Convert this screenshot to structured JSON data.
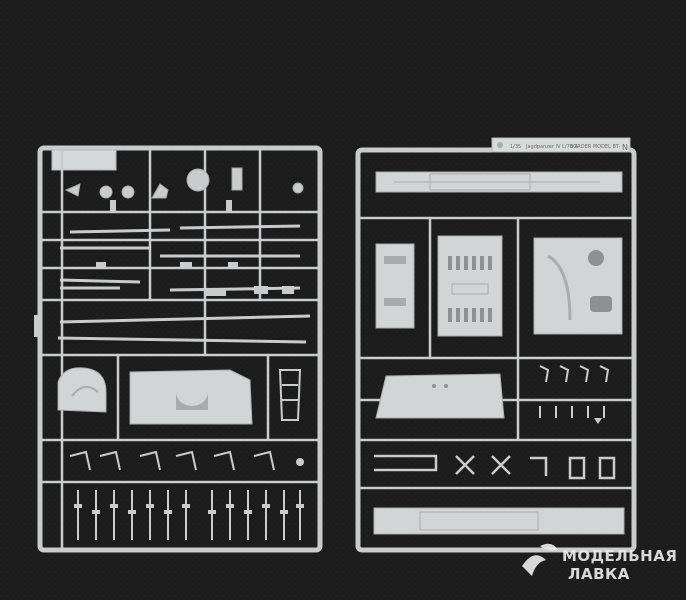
{
  "photo": {
    "background_color": "#1c1c1c",
    "plastic_color": "#c9cccd",
    "plastic_shadow": "#a9acad"
  },
  "sprue_left": {
    "tag_text": ""
  },
  "sprue_right": {
    "tag_scale": "1/35",
    "tag_title": "Jagdpanzer IV L/70 A",
    "tag_maker": "BORDER MODEL BT-",
    "tag_letter": "N"
  },
  "watermark": {
    "line1": "МОДЕЛЬНАЯ",
    "line2": "ЛАВКА",
    "icon": "bird-logo-icon"
  }
}
